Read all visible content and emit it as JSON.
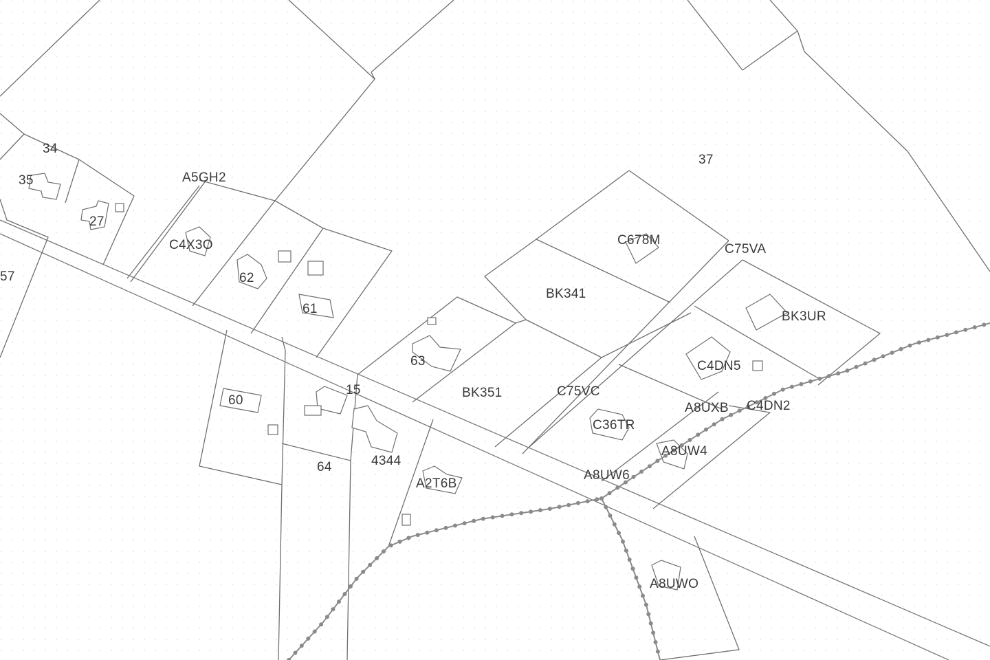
{
  "map": {
    "colors": {
      "background": "#ffffff",
      "parcel_line": "#6f6f6f",
      "dot_grid": "#dcdcdc",
      "boundary": "#8a8a8a",
      "label": "#3a3a3a"
    },
    "parcel_labels": [
      "34",
      "35",
      "27",
      "57",
      "A5GH2",
      "C4X3O",
      "62",
      "61",
      "60",
      "15",
      "64",
      "4344",
      "63",
      "A2T6B",
      "BK351",
      "BK341",
      "C678M",
      "37",
      "C75VA",
      "BK3UR",
      "C75VC",
      "C36TR",
      "C4DN5",
      "A8UXB",
      "C4DN2",
      "A8UW4",
      "A8UW6",
      "A8UWO"
    ]
  }
}
